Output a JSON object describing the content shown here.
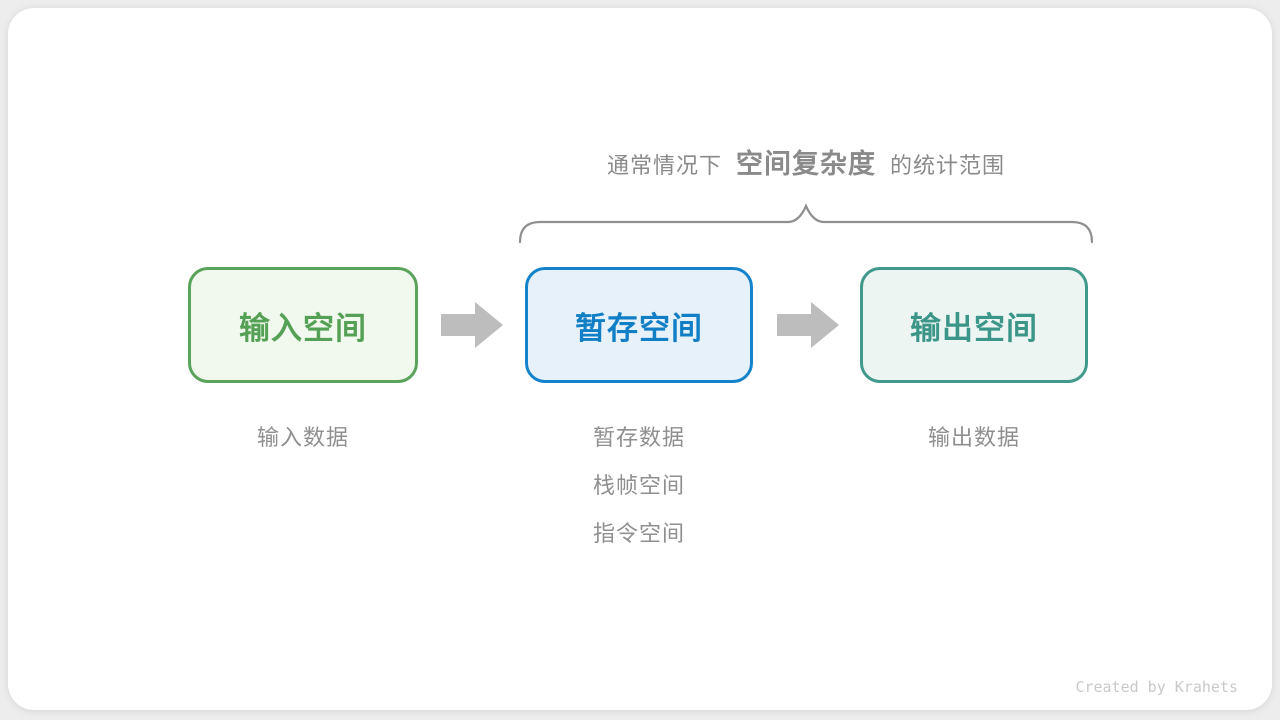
{
  "colors": {
    "page_background": "#ededed",
    "card_background": "#ffffff",
    "annotation_text": "#8a8a8a",
    "brace": "#8f8f8f",
    "arrow": "#bdbdbd",
    "note_text": "#8f8f8f",
    "watermark_text": "#c9c9c9"
  },
  "annotation": {
    "prefix": "通常情况下",
    "highlight": "空间复杂度",
    "suffix": "的统计范围"
  },
  "boxes": [
    {
      "id": "input-space",
      "label": "输入空间",
      "border": "#5aa35a",
      "background": "#f1f8ee",
      "text_color": "#54a054",
      "notes": [
        "输入数据"
      ]
    },
    {
      "id": "temp-space",
      "label": "暂存空间",
      "border": "#1583cb",
      "background": "#e7f1fa",
      "text_color": "#117fc6",
      "notes": [
        "暂存数据",
        "栈帧空间",
        "指令空间"
      ]
    },
    {
      "id": "output-space",
      "label": "输出空间",
      "border": "#41998b",
      "background": "#ecf5f2",
      "text_color": "#3b9689",
      "notes": [
        "输出数据"
      ]
    }
  ],
  "watermark": "Created by Krahets"
}
